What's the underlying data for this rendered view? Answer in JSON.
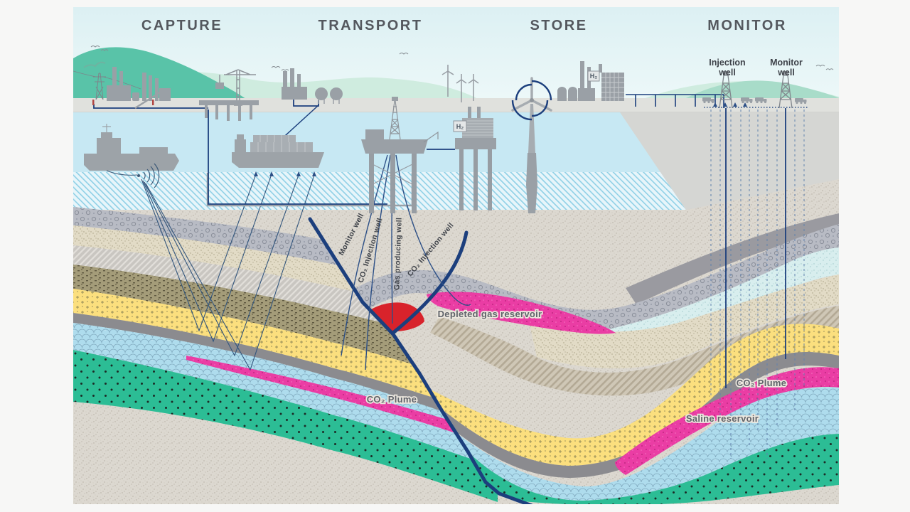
{
  "sections": [
    {
      "label": "CAPTURE"
    },
    {
      "label": "TRANSPORT"
    },
    {
      "label": "STORE"
    },
    {
      "label": "MONITOR"
    }
  ],
  "surface_wells": {
    "injection": {
      "line1": "Injection",
      "line2": "well"
    },
    "monitor": {
      "line1": "Monitor",
      "line2": "well"
    }
  },
  "offshore_wells": {
    "monitor": "Monitor well",
    "co2_injection_left": "CO₂ Injection well",
    "gas_producing": "Gas producing well",
    "co2_injection_right": "CO₂ Injection well"
  },
  "subsurface_labels": {
    "depleted_gas": "Depleted gas reservoir",
    "co2_plume_left": "CO₂ Plume",
    "co2_plume_right": "CO₂ Plume",
    "saline": "Saline reservoir"
  },
  "facilities": {
    "h2_platform": "H₂",
    "h2_plant": "H₂"
  },
  "colors": {
    "navy": "#1c3f7d",
    "mountain_teal": "#59c3a8",
    "mountain_mint": "#cfecdf",
    "water": "#c7e8f3",
    "silhouette_gray": "#9aa0a6",
    "layer_yellow": "#fbdf7e",
    "layer_teal": "#2cbd95",
    "layer_magenta": "#ea3da4",
    "layer_red": "#d8232b",
    "layer_pale_blue": "#aedced",
    "label_gray": "#5f636a"
  }
}
